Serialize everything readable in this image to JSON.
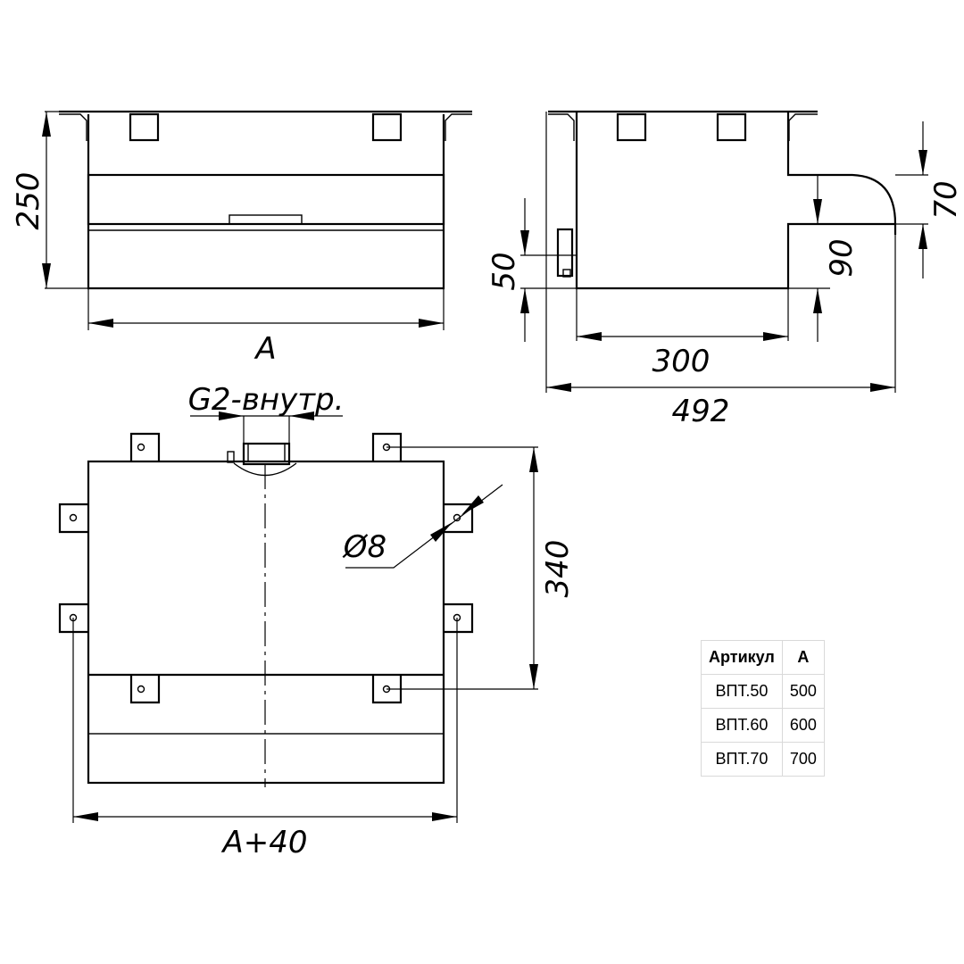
{
  "dimensions": {
    "front_height": "250",
    "front_width": "A",
    "side_step": "50",
    "side_depth": "300",
    "side_total": "492",
    "outlet_height": "70",
    "outlet_offset": "90",
    "connection": "G2-внутр.",
    "hole_diameter": "Ø8",
    "mount_spacing": "340",
    "mount_width": "A+40"
  },
  "table": {
    "headers": [
      "Артикул",
      "A"
    ],
    "rows": [
      {
        "article": "ВПТ.50",
        "a": "500"
      },
      {
        "article": "ВПТ.60",
        "a": "600"
      },
      {
        "article": "ВПТ.70",
        "a": "700"
      }
    ]
  }
}
